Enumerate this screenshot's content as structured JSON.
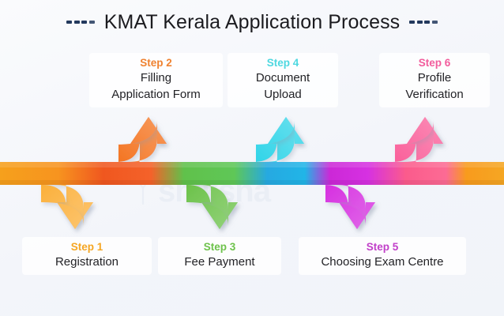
{
  "header": {
    "title": "KMAT Kerala Application Process",
    "dash_count": 4,
    "dash_color": "#23395d",
    "title_color": "#1b1b1f"
  },
  "watermark": {
    "text": "shiksha",
    "color": "#e3e9f2"
  },
  "background": {
    "page_color": "#f4f6fa",
    "card_color": "#ffffff"
  },
  "ribbon": {
    "description": "horizontal gradient band with alternating up and down arrows",
    "band_colors": [
      "#f5a11b",
      "#f8931d",
      "#f05a28",
      "#f26522",
      "#6cc24a",
      "#5ec85a",
      "#29abe2",
      "#1fb6e8",
      "#cc2ad8",
      "#d42fe0",
      "#fb5c8d",
      "#fc6a93",
      "#f79a1e",
      "#f5a623"
    ],
    "arrow_colors": {
      "step1": "#fbb03b",
      "step2": "#f47421",
      "step3": "#6cc24a",
      "step4": "#2fd4e8",
      "step5": "#d62fe0",
      "step6": "#fa5f9a"
    }
  },
  "steps": [
    {
      "id": "step1",
      "number": "Step 1",
      "label": "Registration",
      "color": "#f5a623",
      "position": "bottom",
      "arrow": "down"
    },
    {
      "id": "step2",
      "number": "Step 2",
      "label_line1": "Filling",
      "label_line2": "Application Form",
      "color": "#ef8230",
      "position": "top",
      "arrow": "up"
    },
    {
      "id": "step3",
      "number": "Step 3",
      "label": "Fee Payment",
      "color": "#6dc24b",
      "position": "bottom",
      "arrow": "down"
    },
    {
      "id": "step4",
      "number": "Step 4",
      "label_line1": "Document",
      "label_line2": "Upload",
      "color": "#4ed8e0",
      "position": "top",
      "arrow": "up"
    },
    {
      "id": "step5",
      "number": "Step 5",
      "label": "Choosing Exam Centre",
      "color": "#c13fc9",
      "position": "bottom",
      "arrow": "down"
    },
    {
      "id": "step6",
      "number": "Step 6",
      "label_line1": "Profile",
      "label_line2": "Verification",
      "color": "#f25c9c",
      "position": "top",
      "arrow": "up"
    }
  ]
}
